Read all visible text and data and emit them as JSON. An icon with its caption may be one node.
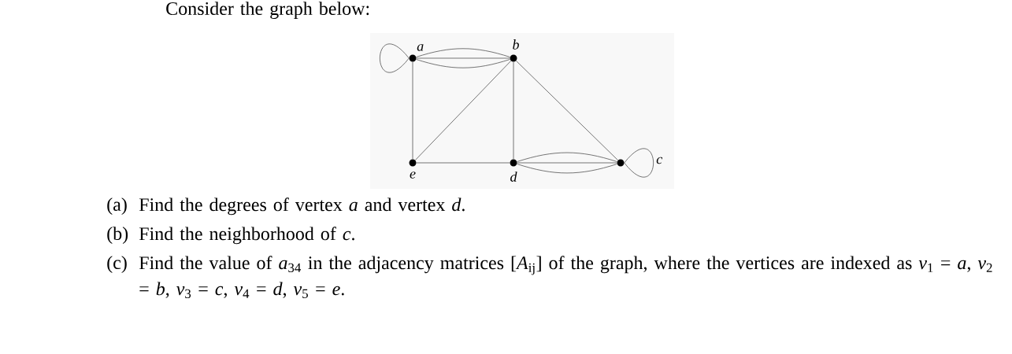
{
  "diagram": {
    "nodes": [
      {
        "text": [],
        "shape": "circle",
        "beside": [
          "a"
        ]
      },
      {
        "text": [],
        "shape": "circle",
        "beside": [
          "b"
        ]
      },
      {
        "text": [],
        "shape": "circle",
        "beside": [
          "c"
        ]
      },
      {
        "text": [],
        "shape": "circle",
        "beside": [
          "d"
        ]
      },
      {
        "text": [],
        "shape": "circle",
        "beside": [
          "e"
        ]
      }
    ],
    "edges": [
      {
        "from": 0,
        "to": 0,
        "arrow": "none"
      },
      {
        "from": 0,
        "to": 1,
        "arrow": "none"
      },
      {
        "from": 0,
        "to": 1,
        "arrow": "none"
      },
      {
        "from": 0,
        "to": 1,
        "arrow": "none"
      },
      {
        "from": 0,
        "to": 4,
        "arrow": "none"
      },
      {
        "from": 4,
        "to": 1,
        "arrow": "none"
      },
      {
        "from": 1,
        "to": 3,
        "arrow": "none"
      },
      {
        "from": 1,
        "to": 2,
        "arrow": "none"
      },
      {
        "from": 4,
        "to": 3,
        "arrow": "none"
      },
      {
        "from": 3,
        "to": 2,
        "arrow": "none"
      },
      {
        "from": 3,
        "to": 2,
        "arrow": "none"
      },
      {
        "from": 3,
        "to": 2,
        "arrow": "none"
      },
      {
        "from": 2,
        "to": 2,
        "arrow": "none"
      }
    ],
    "labels": [
      "Consider the graph below:",
      "(a)",
      "Find the degrees of vertex *a* and vertex *d*.",
      "(b)",
      "Find the neighborhood of *c*.",
      "(c)",
      "Find the value of *a*$_{34}$ in the adjacency matrices [*A*$_{ij}$] of the graph, where the vertices are indexed as *v*$_{1}$ = *a*, *v*$_{2}$ = *b*, *v*$_{3}$ = *c*, *v*$_{4}$ = *d*, *v*$_{5}$ = *e*."
    ]
  }
}
